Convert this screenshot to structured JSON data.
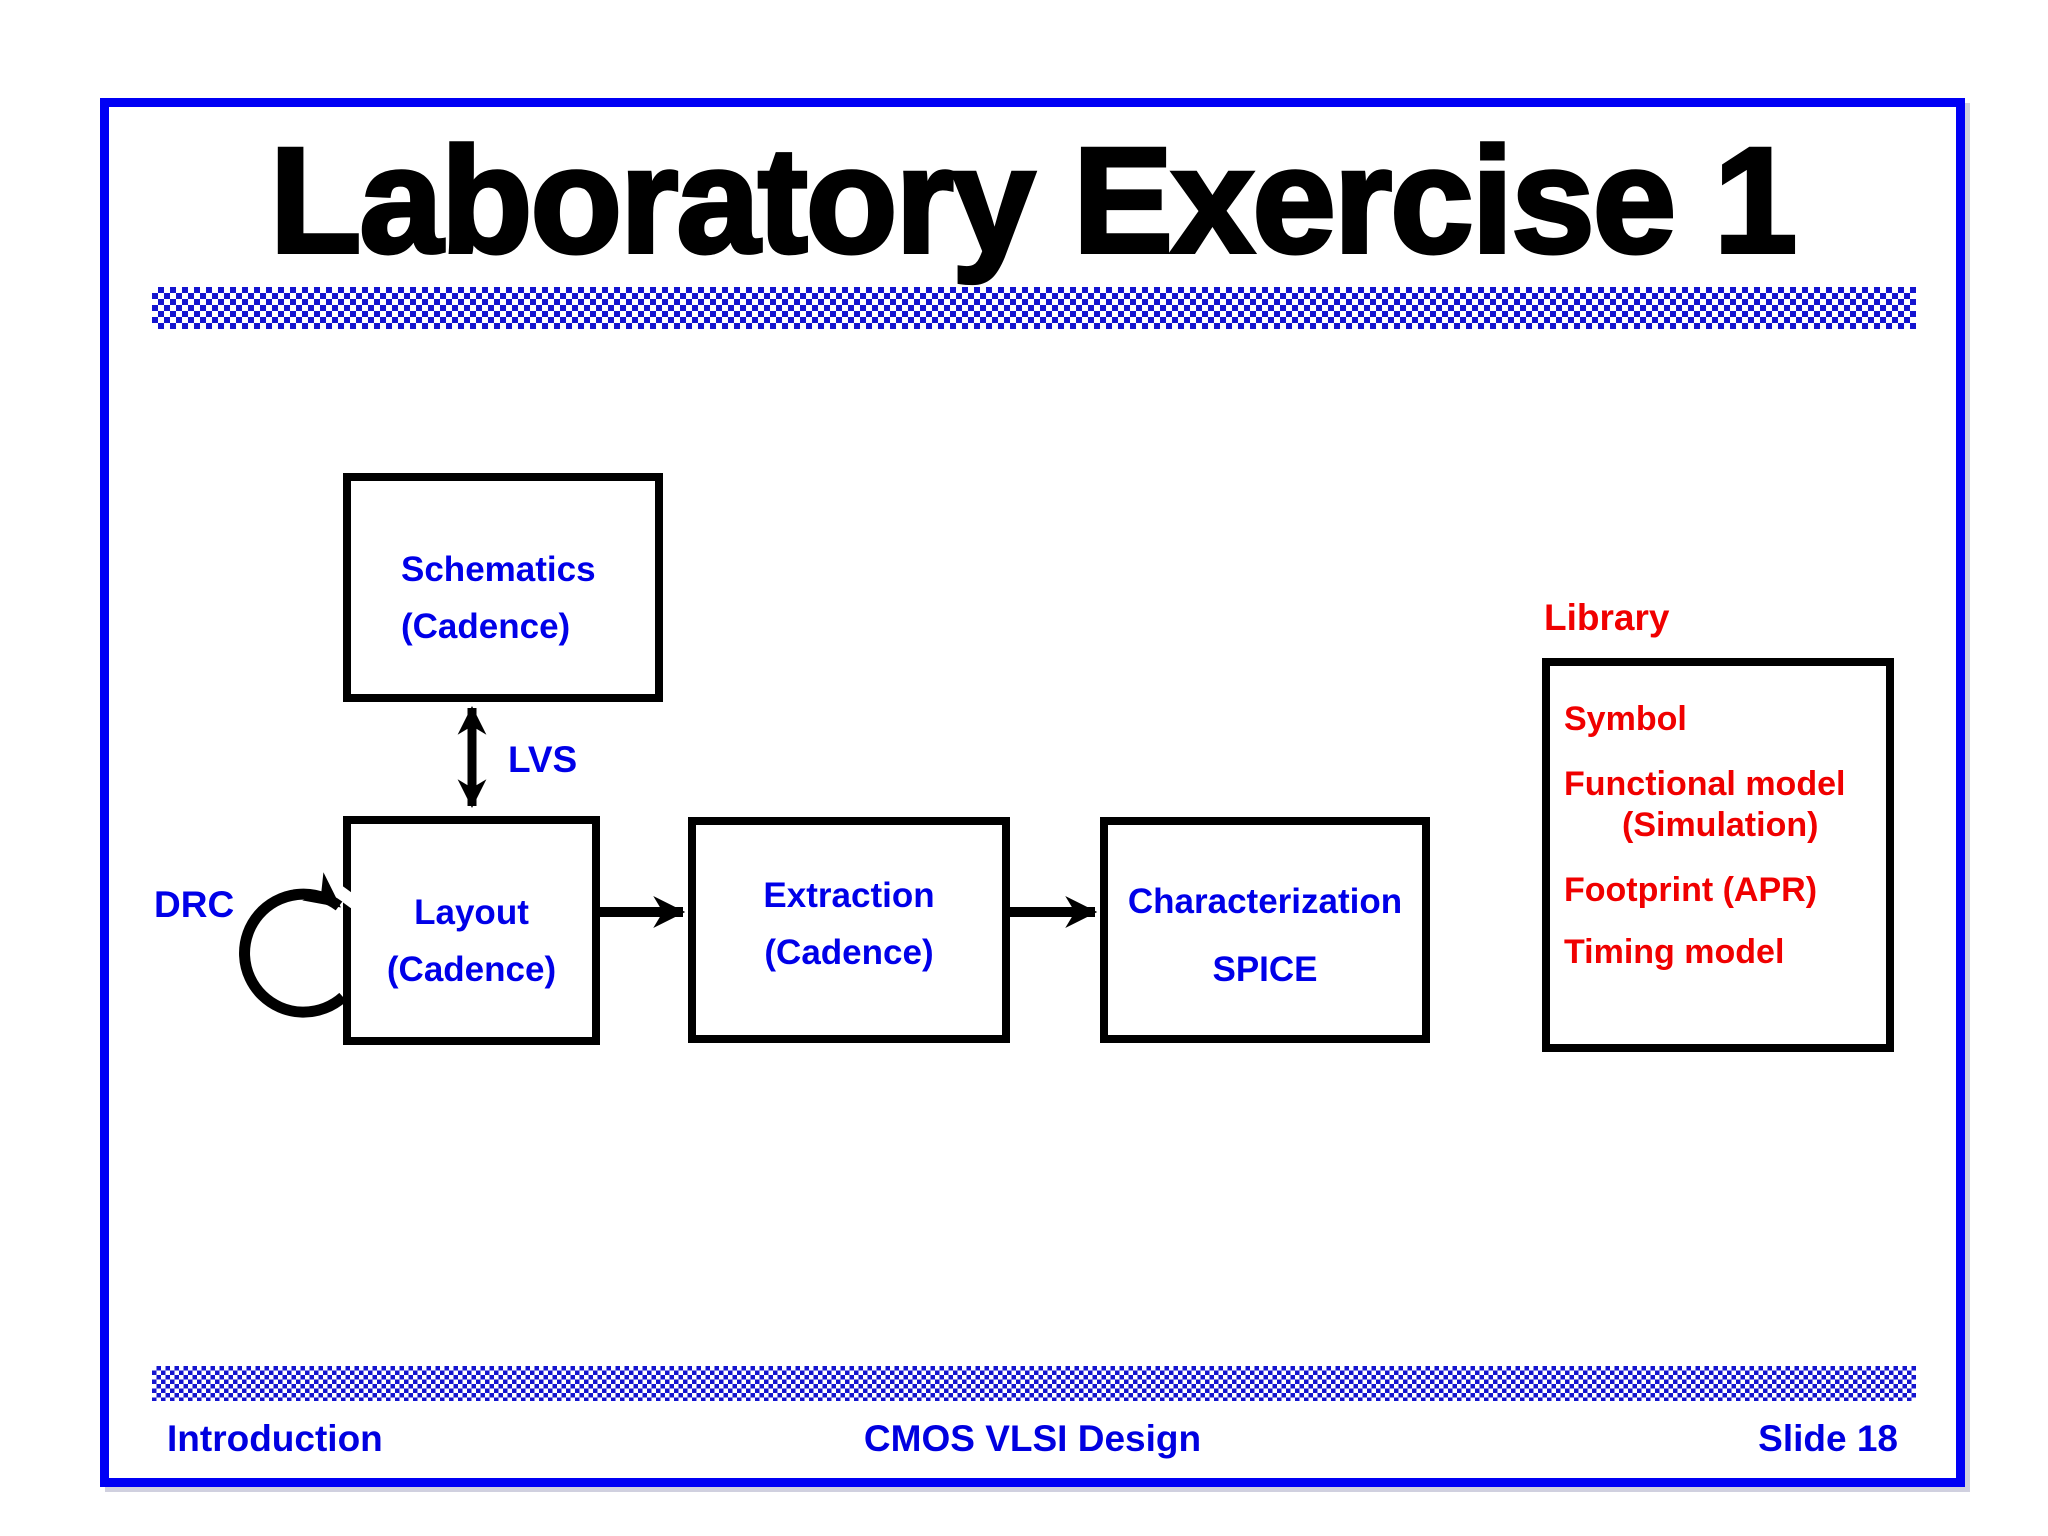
{
  "slide": {
    "title": "Laboratory Exercise 1",
    "footer": {
      "left": "Introduction",
      "center": "CMOS VLSI Design",
      "right": "Slide 18"
    }
  },
  "diagram": {
    "boxes": [
      {
        "id": "schematics",
        "lines": [
          "Schematics",
          "(Cadence)"
        ]
      },
      {
        "id": "layout",
        "lines": [
          "Layout",
          "(Cadence)"
        ]
      },
      {
        "id": "extraction",
        "lines": [
          "Extraction",
          "(Cadence)"
        ]
      },
      {
        "id": "characterization",
        "lines": [
          "Characterization",
          "SPICE"
        ]
      }
    ],
    "labels": {
      "lvs": "LVS",
      "drc": "DRC",
      "library": "Library"
    },
    "library": {
      "items": [
        "Symbol",
        "Functional model",
        "(Simulation)",
        "Footprint (APR)",
        "Timing model"
      ]
    },
    "colors": {
      "frame_blue": "#0000f5",
      "text_blue": "#0000e8",
      "text_red": "#f00000",
      "black": "#000000"
    }
  }
}
